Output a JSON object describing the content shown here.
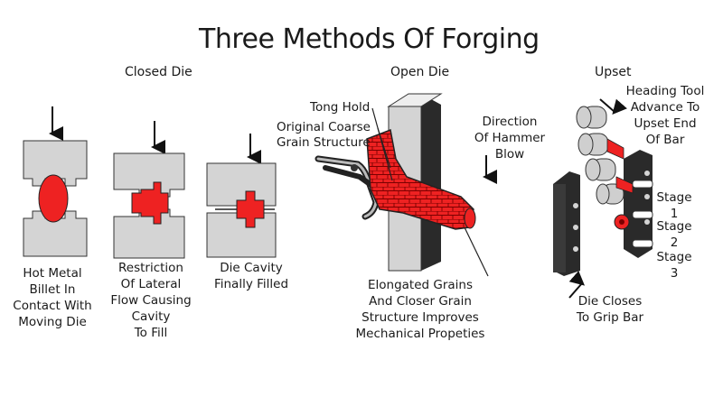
{
  "title": "Three Methods Of Forging",
  "sections": {
    "closed_die": "Closed Die",
    "open_die": "Open Die",
    "upset": "Upset"
  },
  "closed_die": {
    "step1": [
      "Hot Metal",
      "Billet In",
      "Contact With",
      "Moving Die"
    ],
    "step2": [
      "Restriction",
      "Of Lateral",
      "Flow Causing",
      "Cavity",
      "To Fill"
    ],
    "step3": [
      "Die Cavity",
      "Finally Filled"
    ]
  },
  "open_die": {
    "tong_hold": "Tong Hold",
    "original": [
      "Original Coarse",
      "Grain Structure"
    ],
    "direction": [
      "Direction",
      "Of Hammer",
      "Blow"
    ],
    "elongated": [
      "Elongated Grains",
      "And Closer Grain",
      "Structure Improves",
      "Mechanical Propeties"
    ]
  },
  "upset": {
    "heading_tool": [
      "Heading Tool",
      "Advance To",
      "Upset End",
      "Of Bar"
    ],
    "stage1": [
      "Stage",
      "1"
    ],
    "stage2": [
      "Stage",
      "2"
    ],
    "stage3": [
      "Stage",
      "3"
    ],
    "die_closes": [
      "Die Closes",
      "To Grip Bar"
    ]
  },
  "colors": {
    "die_gray": "#d4d4d4",
    "metal_red": "#ee2222",
    "outline": "#111111",
    "dark_die": "#2a2a2a"
  }
}
